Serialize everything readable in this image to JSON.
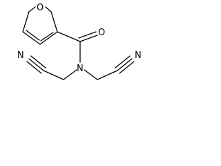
{
  "molecule": {
    "atoms": {
      "ring_oxygen": "O",
      "carbonyl_oxygen": "O",
      "amide_nitrogen": "N",
      "left_nitrile_nitrogen": "N",
      "right_nitrile_nitrogen": "N"
    }
  }
}
